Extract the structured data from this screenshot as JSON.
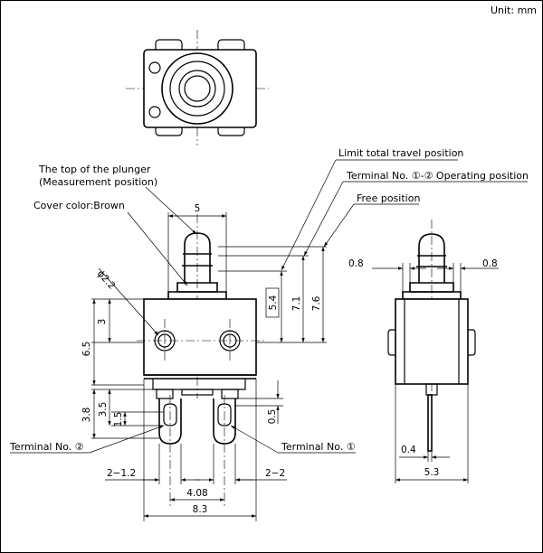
{
  "unit_label": "Unit: mm",
  "labels": {
    "plunger_top_line1": "The top of the plunger",
    "plunger_top_line2": "(Measurement position)",
    "cover_color": "Cover color:Brown",
    "limit_total_travel": "Limit total travel position",
    "operating_position": "Terminal No. ①-② Operating position",
    "free_position": "Free position",
    "terminal_2": "Terminal No. ②",
    "terminal_1": "Terminal No. ①"
  },
  "dimensions": {
    "width_top": "5",
    "hole_dia": "ϕ2.2",
    "h3": "3",
    "h6_5": "6.5",
    "h3_8": "3.8",
    "h1_5": "1.5",
    "h3_5": "3.5",
    "h0_5": "0.5",
    "h5_4": "5.4",
    "h7_1": "7.1",
    "h7_6": "7.6",
    "w2_1_2": "2−1.2",
    "w2_2": "2−2",
    "w4_08": "4.08",
    "w8_3": "8.3",
    "side_0_8_left": "0.8",
    "side_0_8_right": "0.8",
    "side_0_4": "0.4",
    "side_5_3": "5.3"
  }
}
